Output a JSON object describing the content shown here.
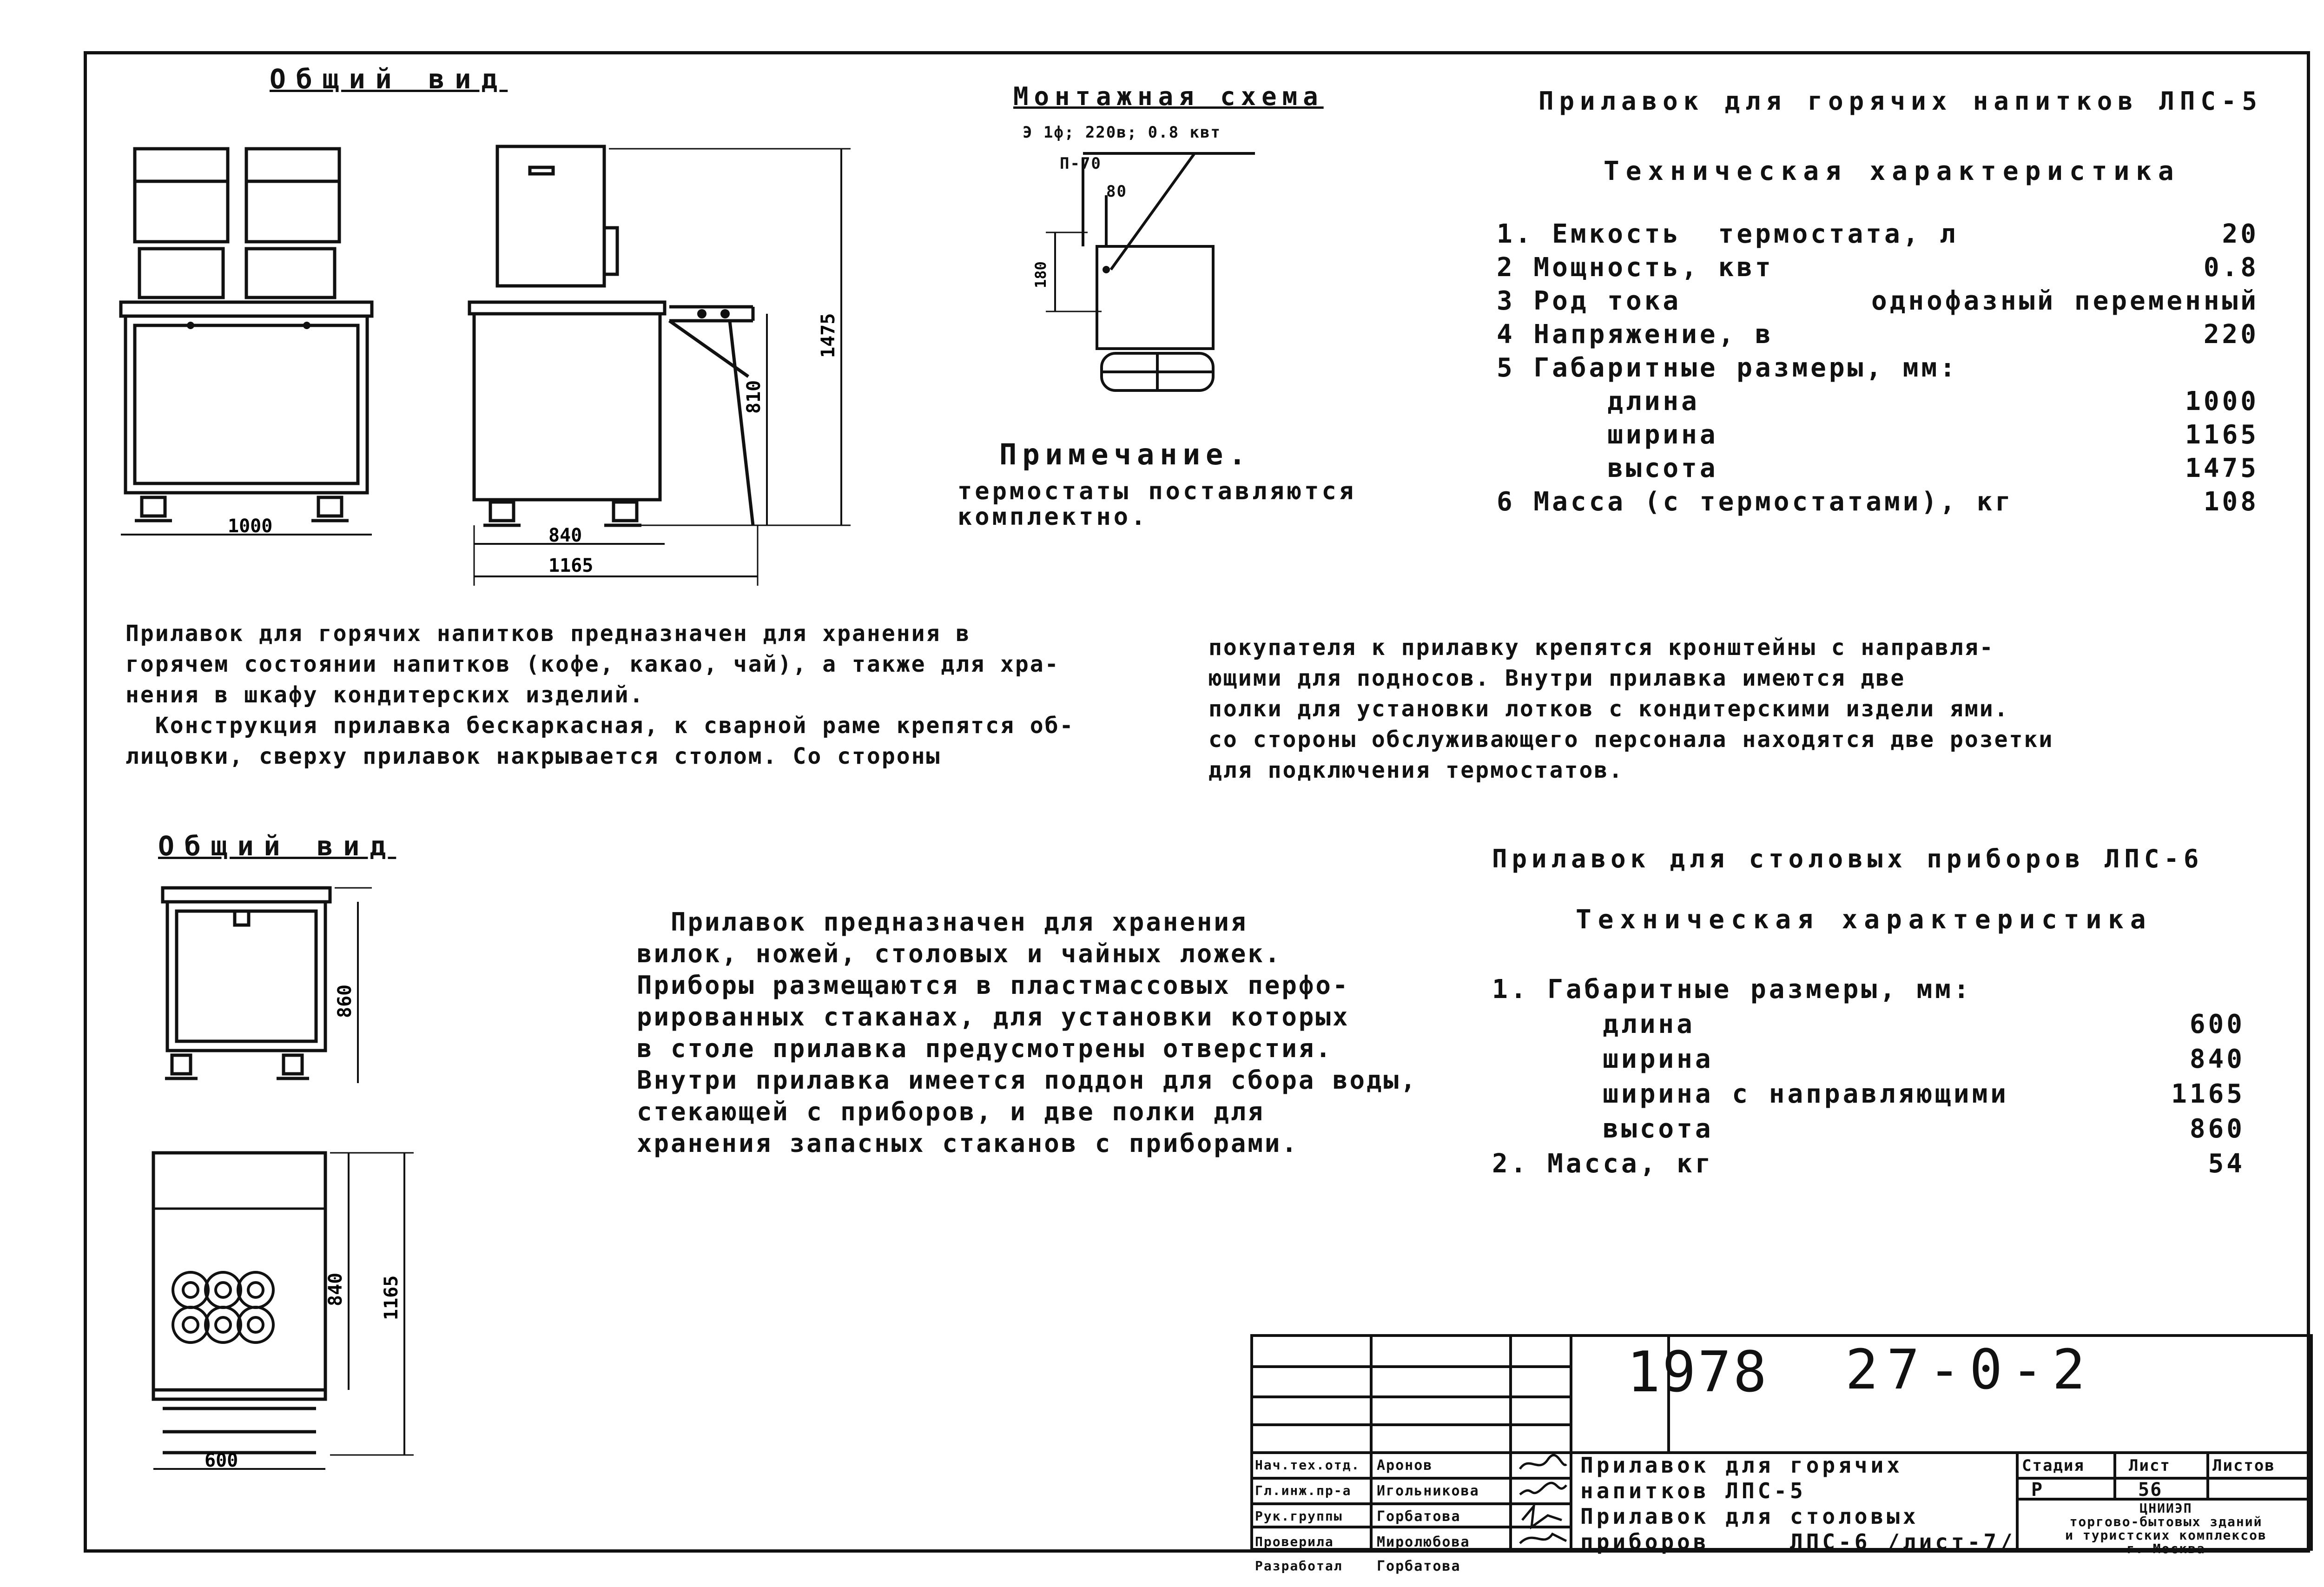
{
  "frame": {
    "general_view_title": "Общий вид",
    "assembly_title": "Монтажная схема",
    "assembly_power": "Э 1ф; 220в; 0.8 квт",
    "assembly_label": "П-70",
    "assembly_dim_a": "80",
    "assembly_dim_b": "180"
  },
  "view1_dims": {
    "width": "1000",
    "height_inner": "810",
    "height_total": "1475",
    "depth": "840",
    "depth_total": "1165"
  },
  "note": {
    "title": "Примечание.",
    "text": "термостаты поставляются\nкомплектно."
  },
  "section1": {
    "title": "Прилавок для горячих напитков ЛПС-5",
    "subtitle": "Техническая характеристика",
    "specs": [
      {
        "label": "1. Емкость  термостата, л",
        "value": "20"
      },
      {
        "label": "2 Мощность, квт",
        "value": "0.8"
      },
      {
        "label": "3 Род тока",
        "value": "однофазный переменный"
      },
      {
        "label": "4 Напряжение, в",
        "value": "220"
      },
      {
        "label": "5 Габаритные размеры, мм:",
        "value": ""
      },
      {
        "label": "      длина",
        "value": "1000"
      },
      {
        "label": "      ширина",
        "value": "1165"
      },
      {
        "label": "      высота",
        "value": "1475"
      },
      {
        "label": "6 Масса (с термостатами), кг",
        "value": "108"
      }
    ],
    "desc_left": "Прилавок для горячих напитков предназначен для хранения в\nгорячем состоянии напитков (кофе, какао, чай), а также для хра-\nнения в шкафу кондитерских изделий.\n  Конструкция прилавка бескаркасная, к сварной раме крепятся об-\nлицовки, сверху прилавок накрывается столом. Со стороны",
    "desc_right": "покупателя к прилавку крепятся кронштейны с направля-\nющими для подносов. Внутри прилавка имеются две\nполки для установки лотков с кондитерскими издели ями.\nсо стороны обслуживающего персонала находятся две розетки\nдля подключения термостатов."
  },
  "section2": {
    "view_title": "Общий вид",
    "dims": {
      "height": "860",
      "depth": "840",
      "depth_total": "1165",
      "width": "600"
    },
    "desc": "  Прилавок предназначен для хранения\nвилок, ножей, столовых и чайных ложек.\nПриборы размещаются в пластмассовых перфо-\nрированных стаканах, для установки которых\nв столе прилавка предусмотрены отверстия.\nВнутри прилавка имеется поддон для сбора воды,\nстекающей с приборов, и две полки для\nхранения запасных стаканов с приборами.",
    "title": "Прилавок для столовых приборов ЛПС-6",
    "subtitle": "Техническая характеристика",
    "specs": [
      {
        "label": "1. Габаритные размеры, мм:",
        "value": ""
      },
      {
        "label": "      длина",
        "value": "600"
      },
      {
        "label": "      ширина",
        "value": "840"
      },
      {
        "label": "      ширина с направляющими",
        "value": "1165"
      },
      {
        "label": "      высота",
        "value": "860"
      },
      {
        "label": "2. Масса, кг",
        "value": "54"
      }
    ]
  },
  "stamp": {
    "year": "1978",
    "code": "27-0-2",
    "title": "Прилавок для горячих\nнапитков ЛПС-5\nПрилавок для столовых\nприборов     ЛПС-6 /лист-7/",
    "stage_header": "Стадия",
    "sheet_header": "Лист",
    "sheets_header": "Листов",
    "stage": "Р",
    "sheet": "56",
    "org": "ЦНИИЭП\nторгово-бытовых зданий\nи туристских комплексов\nг. Москва",
    "roles": [
      {
        "role": "Нач.тех.отд.",
        "name": "Аронов"
      },
      {
        "role": "Гл.инж.пр-а",
        "name": "Игольникова"
      },
      {
        "role": "Рук.группы",
        "name": "Горбатова"
      },
      {
        "role": "Проверила",
        "name": "Миролюбова"
      },
      {
        "role": "Разработал",
        "name": "Горбатова"
      }
    ]
  }
}
